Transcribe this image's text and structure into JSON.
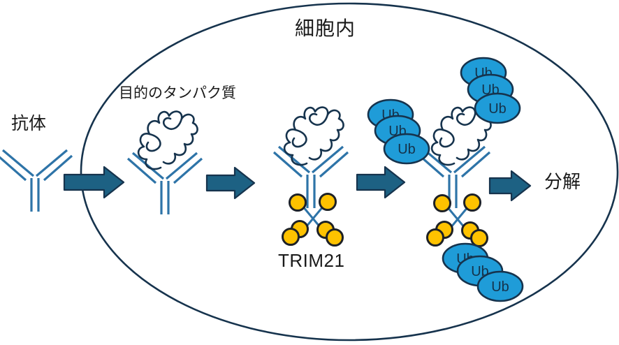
{
  "diagram": {
    "labels": {
      "antibody": "抗体",
      "cell_interior": "細胞内",
      "target_protein": "目的のタンパク質",
      "trim21": "TRIM21",
      "degradation": "分解",
      "ubiquitin": "Ub"
    },
    "colors": {
      "outline": "#16334d",
      "antibody_blue": "#2e74a8",
      "arrow_fill": "#1d6183",
      "ub_fill": "#1f9cd8",
      "trim21_yellow": "#fec200",
      "dot_outline": "#1d2126",
      "text": "#1a1a1a",
      "background": "#ffffff"
    },
    "ub_chains": [
      {
        "position": "left-arm",
        "count": 3
      },
      {
        "position": "right-arm",
        "count": 3
      },
      {
        "position": "fc-tail",
        "count": 3
      }
    ],
    "stage_count": 4,
    "arrow_count": 4
  }
}
